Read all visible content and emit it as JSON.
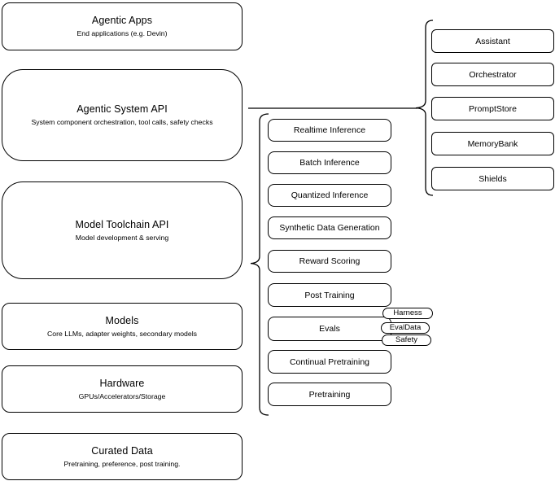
{
  "colors": {
    "stroke": "#000000",
    "fill": "#ffffff",
    "text": "#000000",
    "background": "#ffffff"
  },
  "left": {
    "boxes": [
      {
        "title": "Agentic Apps",
        "subtitle": "End applications (e.g. Devin)"
      },
      {
        "title": "Agentic System API",
        "subtitle": "System component orchestration, tool calls, safety checks"
      },
      {
        "title": "Model Toolchain API",
        "subtitle": "Model development & serving"
      },
      {
        "title": "Models",
        "subtitle": "Core LLMs, adapter weights, secondary models"
      },
      {
        "title": "Hardware",
        "subtitle": "GPUs/Accelerators/Storage"
      },
      {
        "title": "Curated Data",
        "subtitle": "Pretraining, preference, post training."
      }
    ]
  },
  "toolchain": {
    "items": [
      "Realtime Inference",
      "Batch Inference",
      "Quantized Inference",
      "Synthetic Data Generation",
      "Reward Scoring",
      "Post Training",
      "Evals",
      "Continual Pretraining",
      "Pretraining"
    ],
    "eval_tags": [
      "Harness",
      "EvalData",
      "Safety"
    ]
  },
  "system": {
    "items": [
      "Assistant",
      "Orchestrator",
      "PromptStore",
      "MemoryBank",
      "Shields"
    ]
  }
}
